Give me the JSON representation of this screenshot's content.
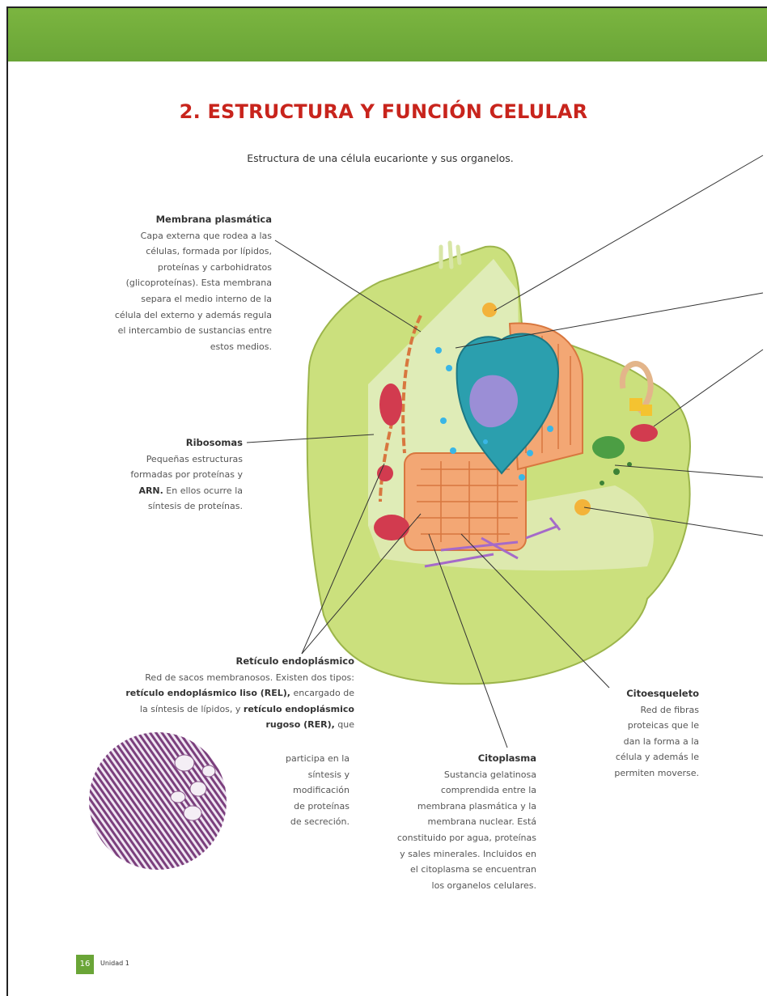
{
  "page": {
    "title": "2. ESTRUCTURA Y FUNCIÓN CELULAR",
    "subtitle": "Estructura de una célula eucarionte y sus organelos.",
    "page_number": "16",
    "unit_label": "Unidad 1"
  },
  "membrana": {
    "heading": "Membrana plasmática",
    "lines": [
      "Capa externa que rodea a las",
      "células, formada por lípidos,",
      "proteínas y carbohidratos",
      "(glicoproteínas). Esta membrana",
      "separa el medio interno de la",
      "célula del externo y además regula",
      "el intercambio de sustancias entre",
      "estos medios."
    ]
  },
  "ribosomas": {
    "heading": "Ribosomas",
    "line1": "Pequeñas estructuras",
    "line2": "formadas por proteínas y",
    "line3_bold": "ARN.",
    "line3_rest": " En ellos ocurre la",
    "line4": "síntesis de proteínas."
  },
  "reticulo": {
    "heading": "Retículo endoplásmico",
    "line1": "Red de sacos membranosos. Existen dos tipos:",
    "line2_bold": "retículo endoplásmico liso (REL),",
    "line2_rest": " encargado de",
    "line3_pre": "la síntesis de lípidos, y ",
    "line3_bold": "retículo endoplásmico",
    "line4_bold": "rugoso (RER),",
    "line4_rest": " que",
    "tail": [
      "participa en la",
      "síntesis y",
      "modificación",
      "de proteínas",
      "de secreción."
    ]
  },
  "citoplasma": {
    "heading": "Citoplasma",
    "lines": [
      "Sustancia gelatinosa",
      "comprendida entre la",
      "membrana plasmática y la",
      "membrana nuclear. Está",
      "constituido por agua, proteínas",
      "y sales minerales. Incluidos en",
      "el citoplasma se encuentran",
      "los organelos celulares."
    ]
  },
  "citoesqueleto": {
    "heading": "Citoesqueleto",
    "lines": [
      "Red de fibras",
      "proteicas que le",
      "dan la forma a la",
      "célula y además le",
      "permiten moverse."
    ]
  },
  "colors": {
    "header_green": "#6aa537",
    "title_red": "#c8241c"
  }
}
